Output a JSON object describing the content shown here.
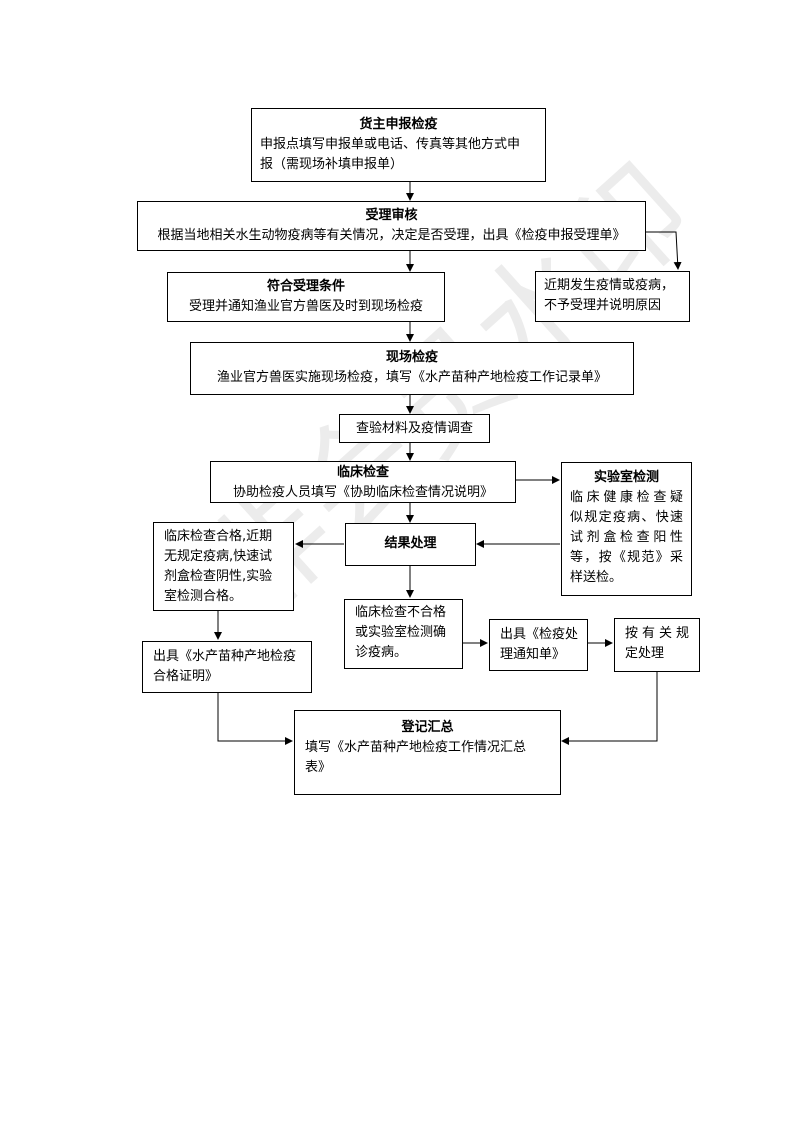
{
  "watermark": "非会员水印",
  "boxes": {
    "declare": {
      "title": "货主申报检疫",
      "lines": [
        "申报点填写申报单或电话、传真等其他方式申",
        "报（需现场补填申报单）"
      ]
    },
    "review": {
      "title": "受理审核",
      "lines": [
        "根据当地相关水生动物疫病等有关情况，决定是否受理，出具《检疫申报受理单》"
      ]
    },
    "accept": {
      "title": "符合受理条件",
      "lines": [
        "受理并通知渔业官方兽医及时到现场检疫"
      ]
    },
    "reject": {
      "lines": [
        "近期发生疫情或疫病，",
        "不予受理并说明原因"
      ]
    },
    "onsite": {
      "title": "现场检疫",
      "lines": [
        "渔业官方兽医实施现场检疫，填写《水产苗种产地检疫工作记录单》"
      ]
    },
    "inspect": {
      "lines": [
        "查验材料及疫情调查"
      ]
    },
    "clinical": {
      "title": "临床检查",
      "lines": [
        "协助检疫人员填写《协助临床检查情况说明》"
      ]
    },
    "lab": {
      "title": "实验室检测",
      "lines": [
        "临床健康检查疑",
        "似规定疫病、快速",
        "试剂盒检查阳性",
        "等，按《规范》采",
        "样送检。"
      ]
    },
    "result": {
      "title": "结果处理"
    },
    "pass": {
      "lines": [
        "临床检查合格,近期",
        "无规定疫病,快速试",
        "剂盒检查阴性,实验",
        "室检测合格。"
      ]
    },
    "cert": {
      "lines": [
        "出具《水产苗种产地检疫",
        "合格证明》"
      ]
    },
    "fail": {
      "lines": [
        "临床检查不合格",
        "或实验室检测确",
        "诊疫病。"
      ]
    },
    "notice": {
      "lines": [
        "出具《检疫处",
        "理通知单》"
      ]
    },
    "handle": {
      "lines": [
        "按有关规",
        "定处理"
      ]
    },
    "summary": {
      "title": "登记汇总",
      "lines": [
        "填写《水产苗种产地检疫工作情况汇总",
        "表》"
      ]
    }
  }
}
